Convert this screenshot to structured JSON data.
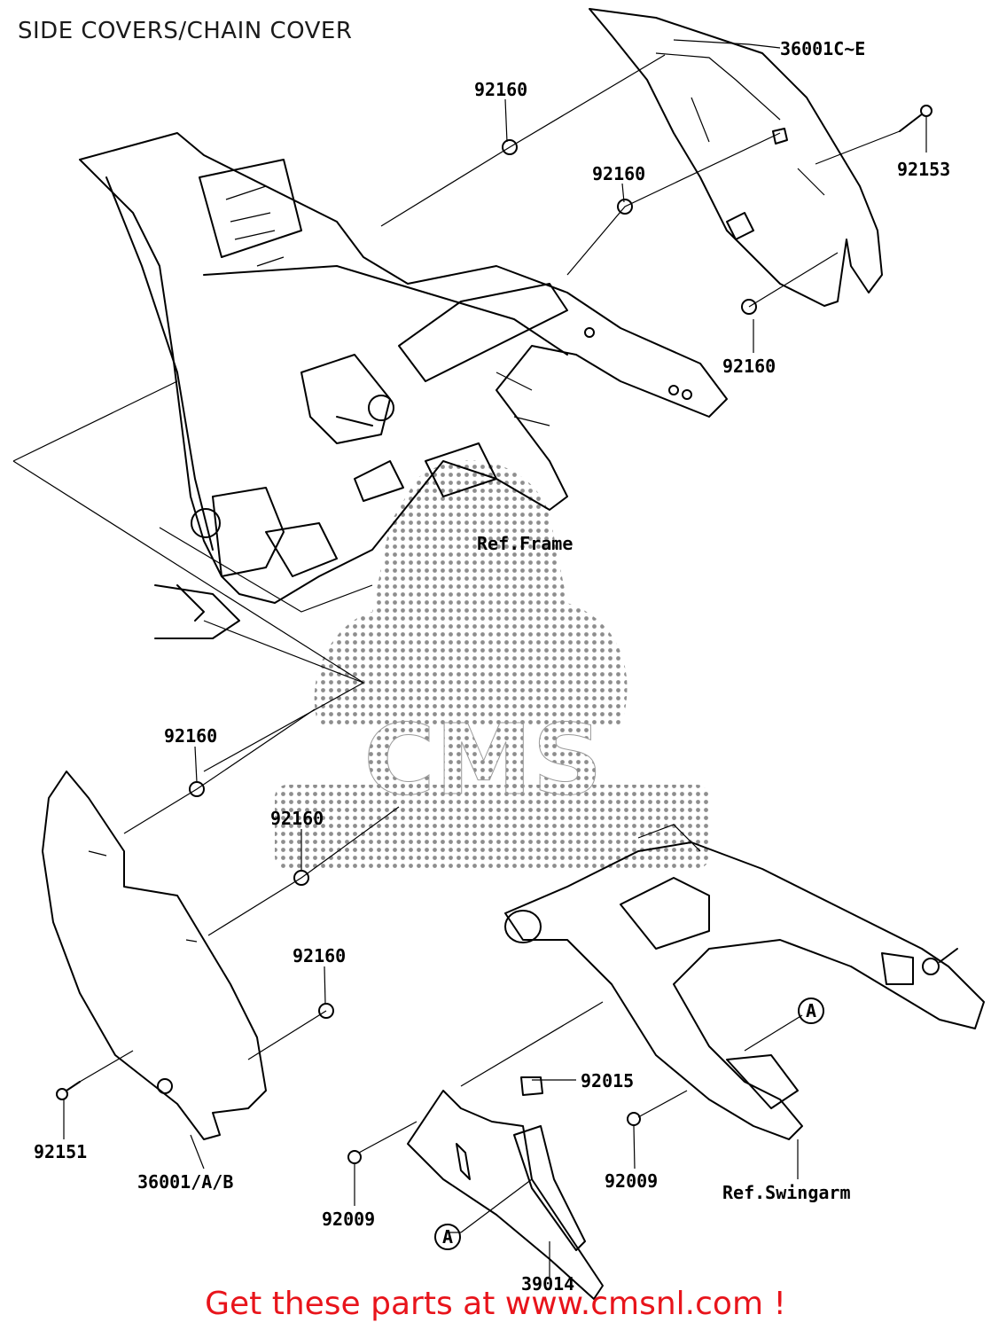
{
  "title": "SIDE COVERS/CHAIN COVER",
  "labels": {
    "l_36001ce": "36001C~E",
    "l_92160_a": "92160",
    "l_92153": "92153",
    "l_92160_b": "92160",
    "l_92160_c": "92160",
    "l_ref_frame": "Ref.Frame",
    "l_92160_d": "92160",
    "l_92160_e": "92160",
    "l_92160_f": "92160",
    "l_A_1": "A",
    "l_92015": "92015",
    "l_92009_a": "92009",
    "l_ref_swingarm": "Ref.Swingarm",
    "l_92151": "92151",
    "l_36001ab": "36001/A/B",
    "l_92009_b": "92009",
    "l_A_2": "A",
    "l_39014": "39014"
  },
  "watermark": "CMS",
  "banner": "Get these parts at www.cmsnl.com !"
}
